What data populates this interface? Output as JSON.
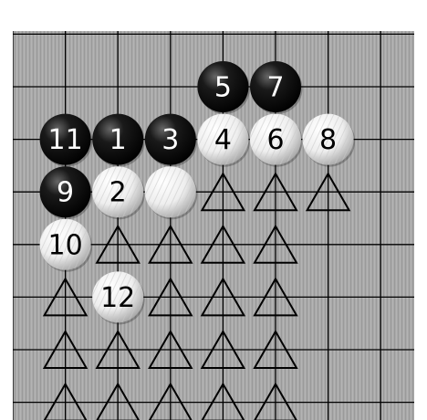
{
  "board": {
    "background_color": "#a9a9a9",
    "stripe_color": "#9a9a9a",
    "line_color": "#000000"
  },
  "stones": [
    {
      "label": "5",
      "color": "black",
      "col": 4,
      "row": 0
    },
    {
      "label": "7",
      "color": "black",
      "col": 5,
      "row": 0
    },
    {
      "label": "11",
      "color": "black",
      "col": 1,
      "row": 1
    },
    {
      "label": "1",
      "color": "black",
      "col": 2,
      "row": 1
    },
    {
      "label": "3",
      "color": "black",
      "col": 3,
      "row": 1
    },
    {
      "label": "4",
      "color": "white",
      "col": 4,
      "row": 1
    },
    {
      "label": "6",
      "color": "white",
      "col": 5,
      "row": 1
    },
    {
      "label": "8",
      "color": "white",
      "col": 6,
      "row": 1
    },
    {
      "label": "9",
      "color": "black",
      "col": 1,
      "row": 2
    },
    {
      "label": "2",
      "color": "white",
      "col": 2,
      "row": 2
    },
    {
      "label": "",
      "color": "white",
      "col": 3,
      "row": 2
    },
    {
      "label": "10",
      "color": "white",
      "col": 1,
      "row": 3
    },
    {
      "label": "12",
      "color": "white",
      "col": 2,
      "row": 4
    }
  ],
  "triangle_marks": [
    {
      "col": 4,
      "row": 2
    },
    {
      "col": 5,
      "row": 2
    },
    {
      "col": 6,
      "row": 2
    },
    {
      "col": 2,
      "row": 3
    },
    {
      "col": 3,
      "row": 3
    },
    {
      "col": 4,
      "row": 3
    },
    {
      "col": 5,
      "row": 3
    },
    {
      "col": 1,
      "row": 4
    },
    {
      "col": 3,
      "row": 4
    },
    {
      "col": 4,
      "row": 4
    },
    {
      "col": 5,
      "row": 4
    },
    {
      "col": 1,
      "row": 5
    },
    {
      "col": 2,
      "row": 5
    },
    {
      "col": 3,
      "row": 5
    },
    {
      "col": 4,
      "row": 5
    },
    {
      "col": 5,
      "row": 5
    },
    {
      "col": 1,
      "row": 6
    },
    {
      "col": 2,
      "row": 6
    },
    {
      "col": 3,
      "row": 6
    },
    {
      "col": 4,
      "row": 6
    },
    {
      "col": 5,
      "row": 6
    }
  ]
}
